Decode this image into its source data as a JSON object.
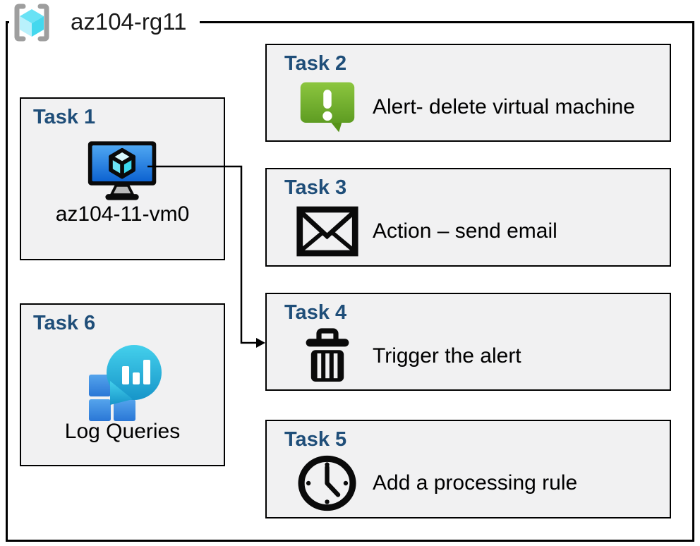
{
  "header": {
    "title": "az104-rg11",
    "icon": "resource-group-icon"
  },
  "tasks": [
    {
      "title": "Task 1",
      "label": "az104-11-vm0",
      "icon": "virtual-machine-icon"
    },
    {
      "title": "Task 2",
      "label": "Alert- delete virtual machine",
      "icon": "alert-icon"
    },
    {
      "title": "Task 3",
      "label": "Action – send email",
      "icon": "email-icon"
    },
    {
      "title": "Task 4",
      "label": "Trigger the alert",
      "icon": "trash-icon"
    },
    {
      "title": "Task 5",
      "label": "Add a processing rule",
      "icon": "clock-icon"
    },
    {
      "title": "Task 6",
      "label": "Log Queries",
      "icon": "log-queries-icon"
    }
  ],
  "connector": {
    "from": "Task 1",
    "to": "Task 4"
  },
  "colors": {
    "task_title": "#1f4e79",
    "box_fill": "#f1f1f2",
    "box_border": "#000000",
    "vm_screen_top": "#4fa7f2",
    "vm_screen_bottom": "#0d63d1",
    "alert_green_top": "#8cc63f",
    "alert_green_bottom": "#5e9c22",
    "log_cyan_top": "#44d0ec",
    "log_cyan_bottom": "#1795c9",
    "log_square_top": "#55a4ec",
    "log_square_bottom": "#2a77d6",
    "rg_bracket_gray": "#9e9e9e",
    "rg_cube_top": "#69e2f5",
    "rg_cube_left": "#b9f1fc",
    "rg_cube_right": "#44d8ee"
  }
}
